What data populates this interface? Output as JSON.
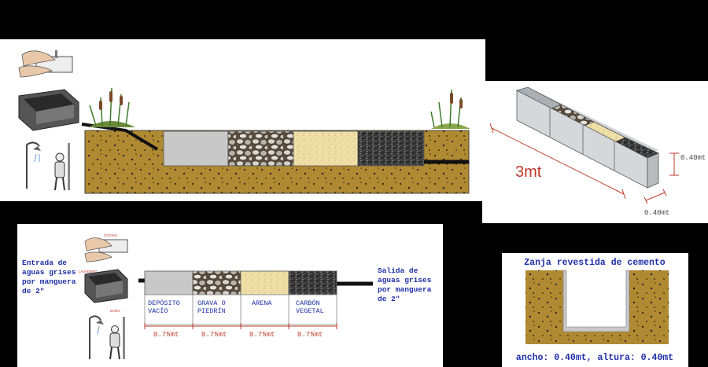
{
  "three_d": {
    "length_label": "3mt",
    "height_label": "0.40mt",
    "width_label": "0.40mt"
  },
  "plan": {
    "inlet_text": [
      "Entrada de",
      "aguas grises",
      "por manguera",
      "de 2\""
    ],
    "outlet_text": [
      "Salida de",
      "aguas grises",
      "por manguera",
      "de 2\""
    ],
    "icon_labels": {
      "kitchen": "COCINA",
      "laundry": "LAVADERO",
      "bath": "BAÑO"
    },
    "sections": [
      {
        "name": [
          "DEPÓSITO",
          "VACÍO"
        ],
        "dimension": "0.75mt"
      },
      {
        "name": [
          "GRAVA O",
          "PIEDRÍN"
        ],
        "dimension": "0.75mt"
      },
      {
        "name": [
          "ARENA"
        ],
        "dimension": "0.75mt"
      },
      {
        "name": [
          "CARBÓN",
          "VEGETAL"
        ],
        "dimension": "0.75mt"
      }
    ]
  },
  "trench": {
    "title": "Zanja revestida de cemento",
    "caption": "ancho: 0.40mt, altura: 0.40mt"
  },
  "colors": {
    "soil": "#b08a32",
    "deposit": "#c8c8c8",
    "gravel": "#9a8a76",
    "sand": "#efe0a8",
    "charcoal": "#3c3c3c",
    "label_blue": "#1f2fa8",
    "dimension_red": "#c0392b"
  }
}
